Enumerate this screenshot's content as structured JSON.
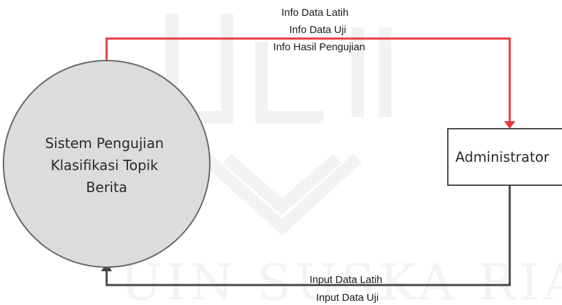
{
  "process": {
    "lines": [
      "Sistem Pengujian",
      "Klasifikasi Topik",
      "Berita"
    ],
    "fill": "#dcdcdc",
    "stroke": "#666666"
  },
  "entity": {
    "label": "Administrator",
    "stroke": "#1a1a1a"
  },
  "flows": {
    "top": {
      "color": "#e8383c",
      "labels": [
        "Info Data Latih",
        "Info Data Uji",
        "Info Hasil Pengujian"
      ]
    },
    "bottom": {
      "color": "#444444",
      "labels": [
        "Input Data Latih",
        "Input Data Uji"
      ]
    }
  }
}
